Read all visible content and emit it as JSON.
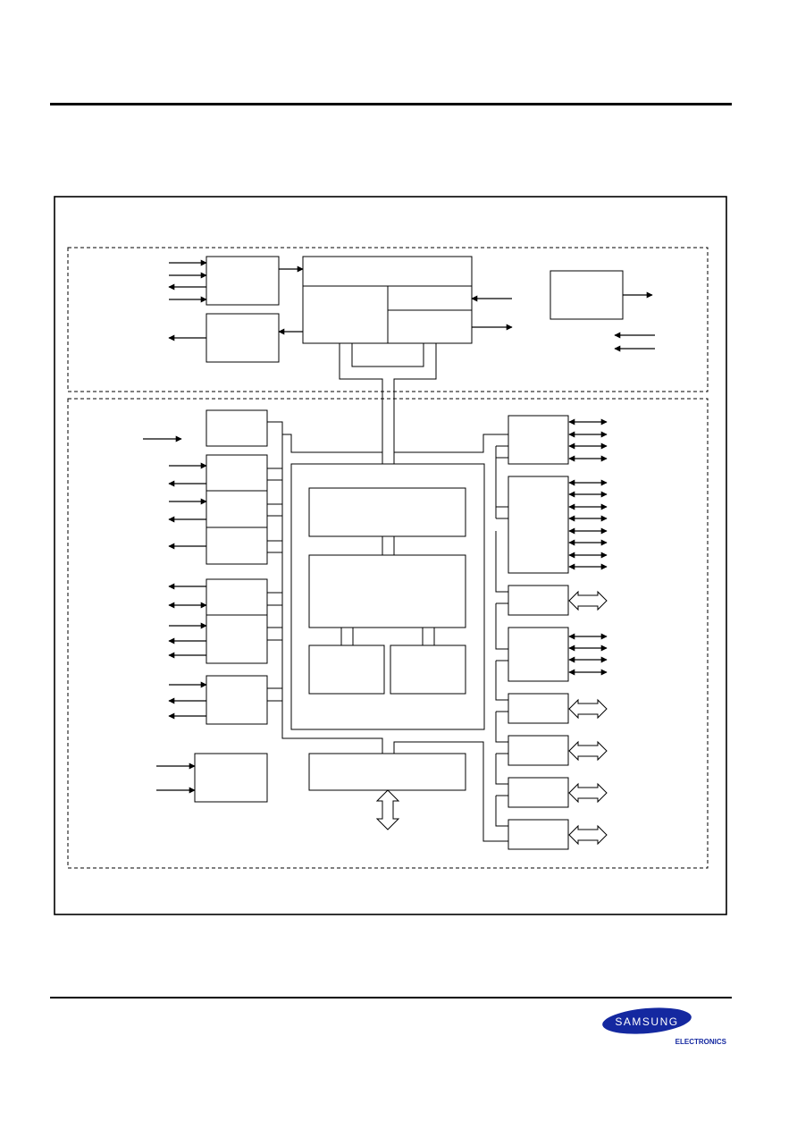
{
  "logo": {
    "brand": "SAMSUNG",
    "sub": "ELECTRONICS",
    "brand_color": "#1428a0"
  },
  "diagram": {
    "line_color": "#000000",
    "background": "#ffffff",
    "sections": [
      {
        "id": "upper-subsystem",
        "style": "dashed"
      },
      {
        "id": "lower-subsystem",
        "style": "dashed"
      }
    ]
  }
}
